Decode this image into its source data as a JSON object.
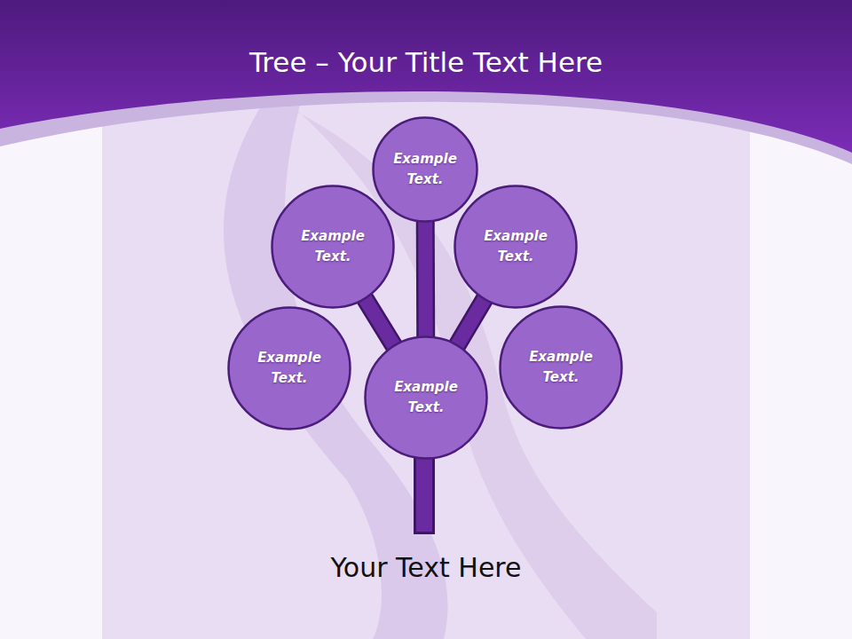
{
  "diagram": {
    "title": "Tree – Your Title Text Here",
    "caption": "Your Text Here",
    "nodes": [
      {
        "text": [
          "Example Text."
        ]
      },
      {
        "text": [
          "Example Text."
        ]
      },
      {
        "text": [
          "Example Text."
        ]
      },
      {
        "text": [
          "Example Text."
        ]
      },
      {
        "text": [
          "Example Text."
        ]
      },
      {
        "text": [
          "Example Text."
        ]
      }
    ],
    "edges": [
      {
        "from": 4,
        "to": 0,
        "arrow": "none"
      },
      {
        "from": 4,
        "to": 1,
        "arrow": "none"
      },
      {
        "from": 4,
        "to": 2,
        "arrow": "none"
      }
    ]
  }
}
